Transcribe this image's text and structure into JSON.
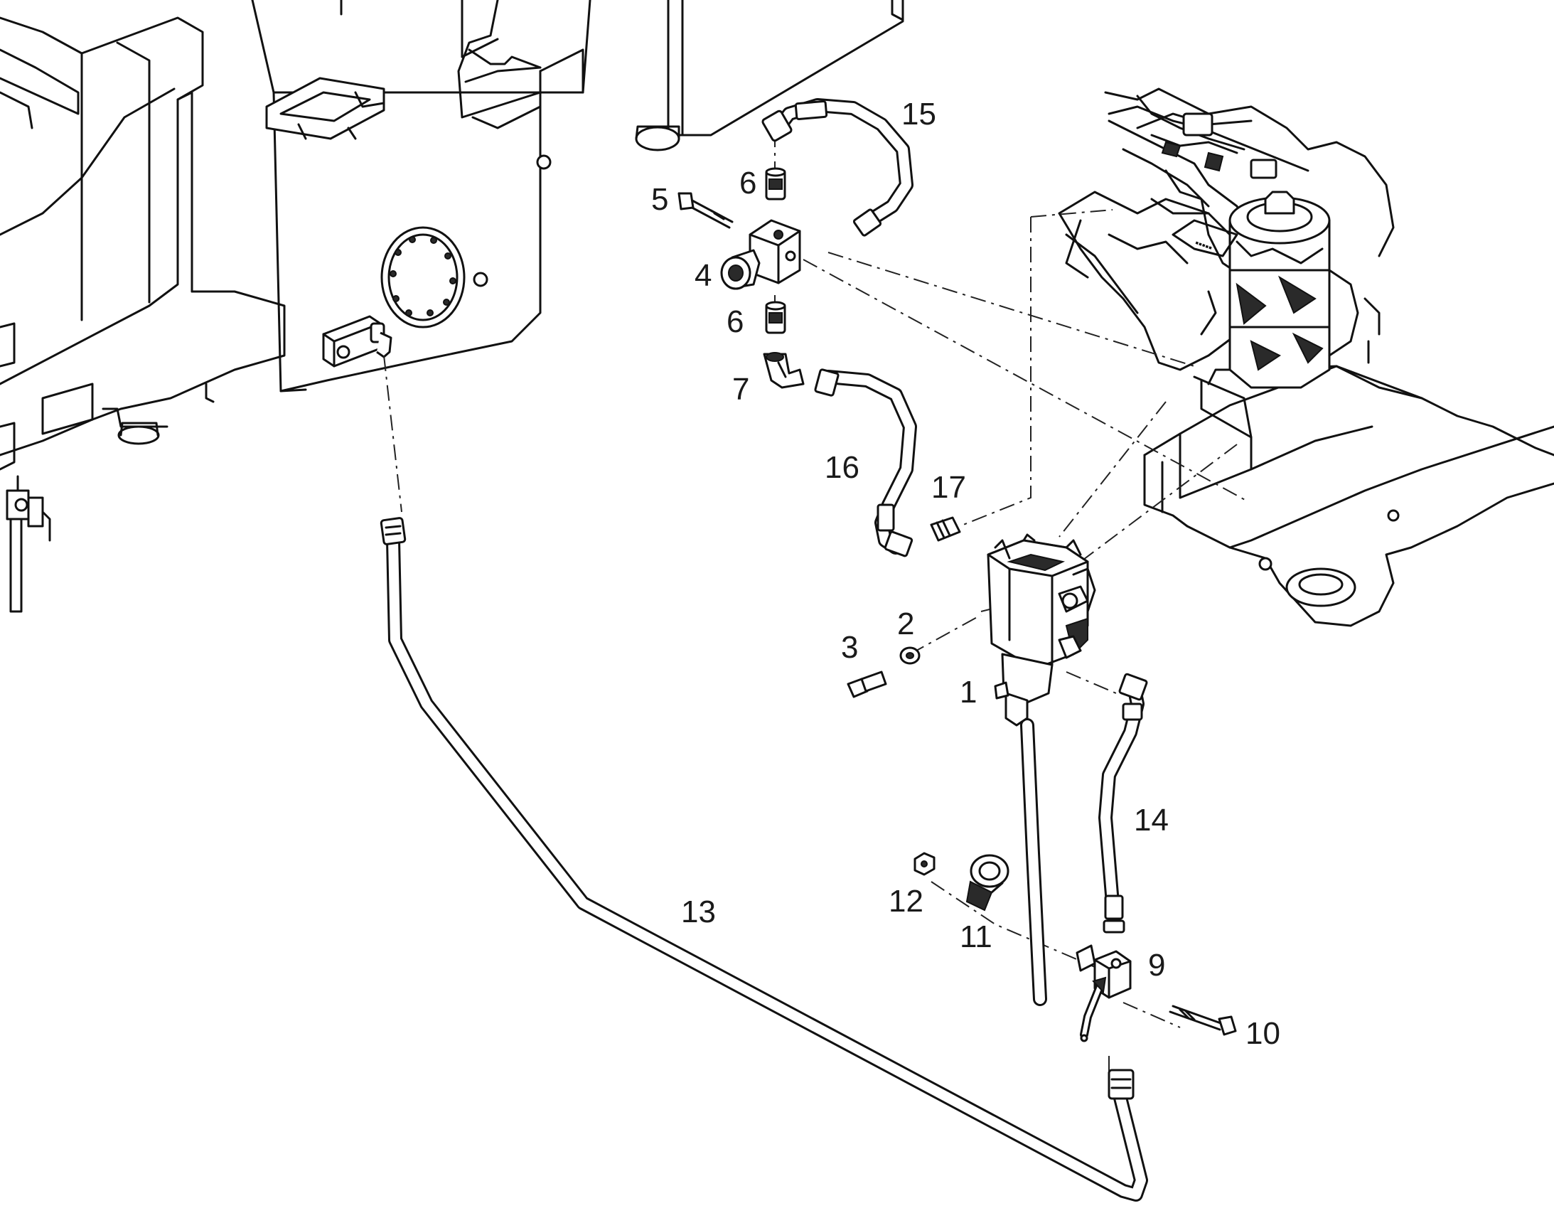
{
  "diagram": {
    "part_labels": {
      "p1": "1",
      "p2": "2",
      "p3": "3",
      "p4": "4",
      "p5": "5",
      "p6a": "6",
      "p6b": "6",
      "p7": "7",
      "p9": "9",
      "p10": "10",
      "p11": "11",
      "p12": "12",
      "p13": "13",
      "p14": "14",
      "p15": "15",
      "p16": "16",
      "p17": "17"
    },
    "colors": {
      "line": "#111111",
      "background": "#ffffff",
      "shading": "#2a2a2a"
    }
  }
}
